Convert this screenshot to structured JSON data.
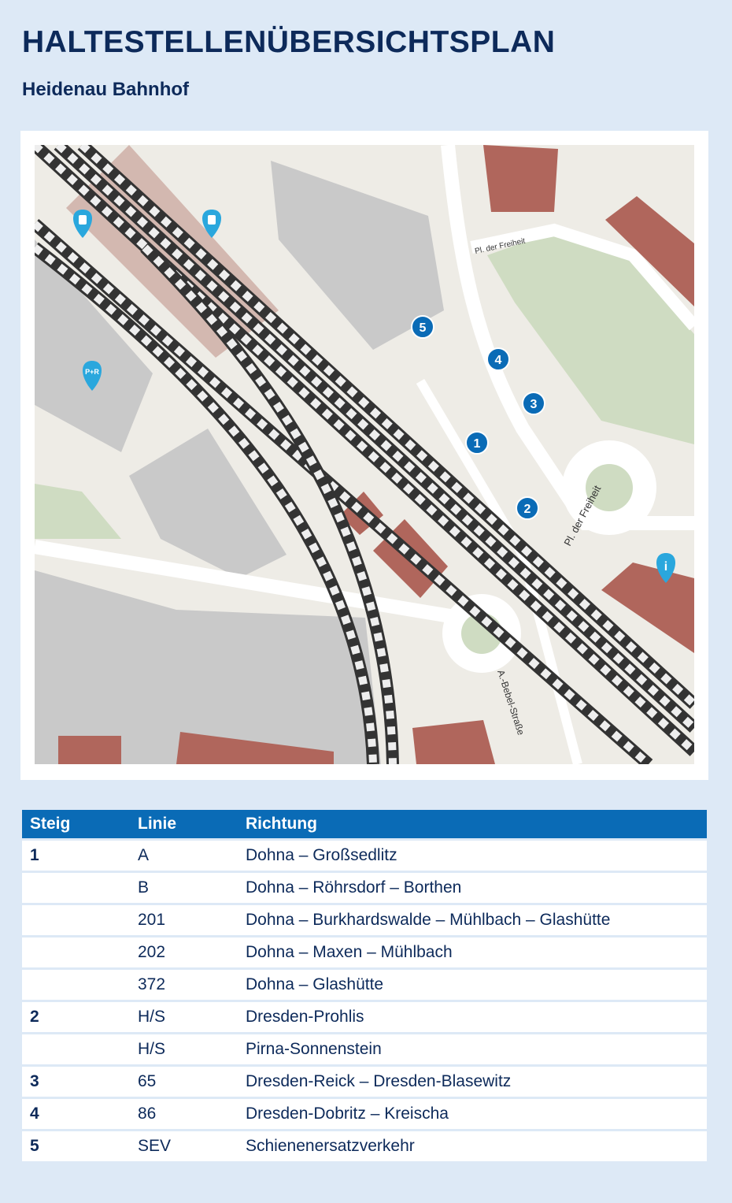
{
  "header": {
    "title": "HALTESTELLENÜBERSICHTSPLAN",
    "subtitle": "Heidenau Bahnhof"
  },
  "map": {
    "street_labels": [
      "Pl. der Freiheit",
      "Pl. der Freiheit",
      "A.-Bebel-Straße"
    ],
    "stop_markers": [
      "1",
      "2",
      "3",
      "4",
      "5"
    ],
    "poi_markers": [
      {
        "label": "P+R",
        "icon": "park-and-ride-pin"
      },
      {
        "icon": "train-pin"
      },
      {
        "icon": "train-pin"
      },
      {
        "icon": "info-pin",
        "label": "i"
      }
    ],
    "colors": {
      "stop": "#0a6bb6",
      "pin": "#2aa7dd",
      "building": "#b0665c",
      "green": "#cfdcc2",
      "road": "#ffffff",
      "ground": "#eeece6",
      "lot": "#c9c9c9"
    }
  },
  "table": {
    "headers": [
      "Steig",
      "Linie",
      "Richtung"
    ],
    "rows": [
      {
        "steig": "1",
        "linie": "A",
        "richtung": "Dohna – Großsedlitz"
      },
      {
        "steig": "",
        "linie": "B",
        "richtung": "Dohna – Röhrsdorf – Borthen"
      },
      {
        "steig": "",
        "linie": "201",
        "richtung": "Dohna – Burkhardswalde – Mühlbach – Glashütte"
      },
      {
        "steig": "",
        "linie": "202",
        "richtung": "Dohna – Maxen – Mühlbach"
      },
      {
        "steig": "",
        "linie": "372",
        "richtung": "Dohna – Glashütte"
      },
      {
        "steig": "2",
        "linie": "H/S",
        "richtung": "Dresden-Prohlis"
      },
      {
        "steig": "",
        "linie": "H/S",
        "richtung": "Pirna-Sonnenstein"
      },
      {
        "steig": "3",
        "linie": "65",
        "richtung": "Dresden-Reick – Dresden-Blasewitz"
      },
      {
        "steig": "4",
        "linie": "86",
        "richtung": "Dresden-Dobritz – Kreischa"
      },
      {
        "steig": "5",
        "linie": "SEV",
        "richtung": "Schienenersatzverkehr"
      }
    ]
  }
}
